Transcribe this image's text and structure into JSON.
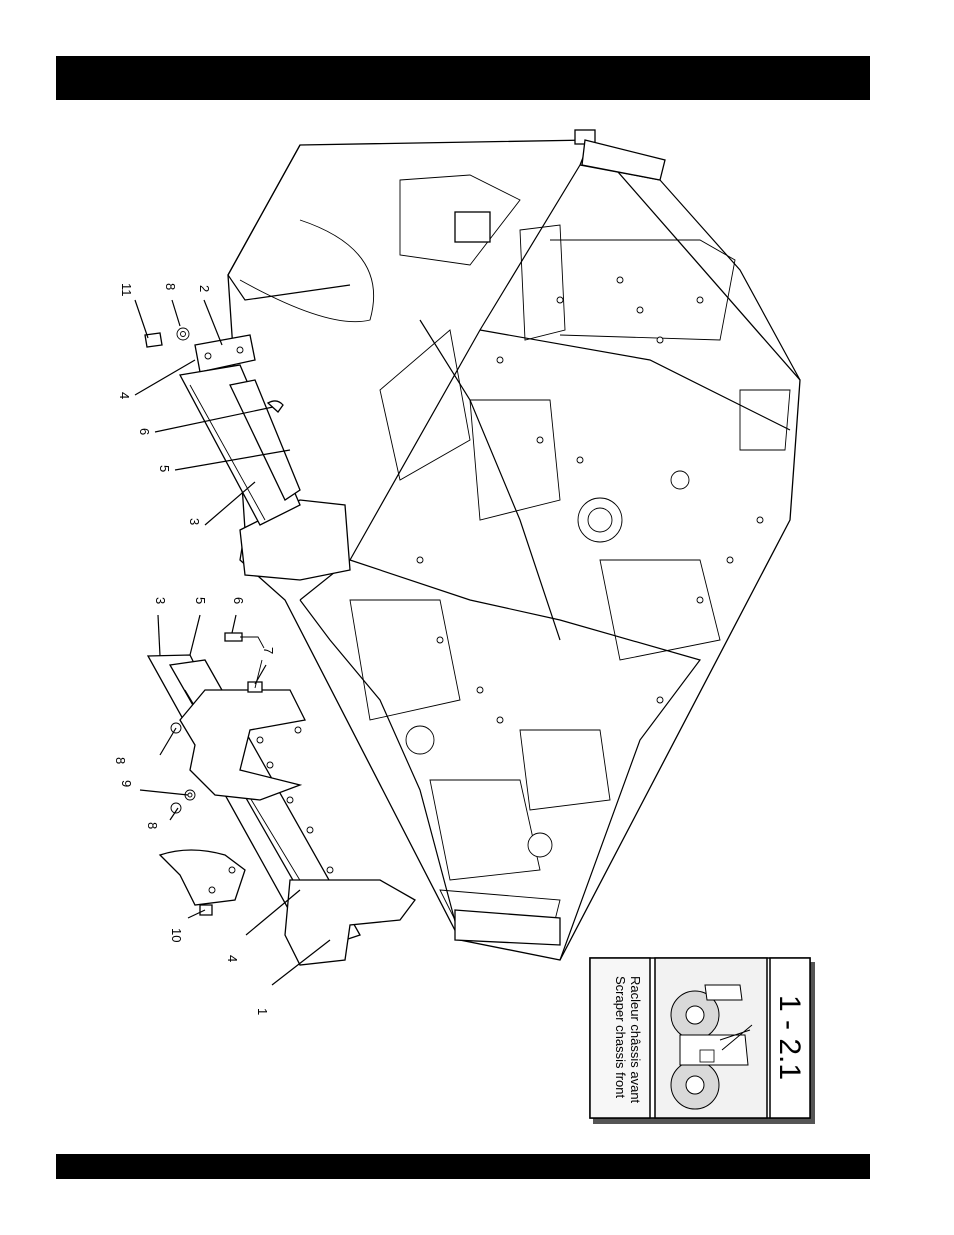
{
  "legend_box": {
    "figure_number": "1 - 2.1",
    "title_en": "Scraper chassis front",
    "title_fr": "Racleur châssis avant"
  },
  "callouts": {
    "c1": "1",
    "c2": "2",
    "c3a": "3",
    "c3b": "3",
    "c4a": "4",
    "c4b": "4",
    "c5a": "5",
    "c5b": "5",
    "c6a": "6",
    "c6b": "6",
    "c7": "7",
    "c8a": "8",
    "c8b": "8",
    "c8c": "8",
    "c9": "9",
    "c10": "10",
    "c11": "11"
  }
}
